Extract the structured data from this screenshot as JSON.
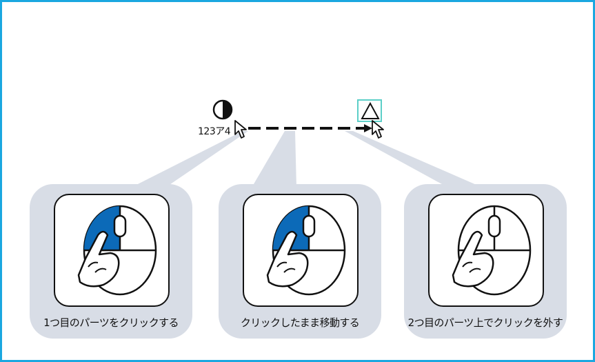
{
  "source_node": {
    "label": "123ア4",
    "icon": "half-filled-circle-icon"
  },
  "target_node": {
    "icon": "triangle-icon"
  },
  "steps": [
    {
      "caption": "1つ目のパーツをクリックする",
      "state": "left-button-pressed"
    },
    {
      "caption": "クリックしたまま移動する",
      "state": "left-button-pressed"
    },
    {
      "caption": "2つ目のパーツ上でクリックを外す",
      "state": "button-released"
    }
  ],
  "colors": {
    "frame_border": "#1aa7e0",
    "pressed_button": "#0c6ab8",
    "callout_background": "#d8dde6",
    "target_highlight": "#5ccfc8"
  }
}
